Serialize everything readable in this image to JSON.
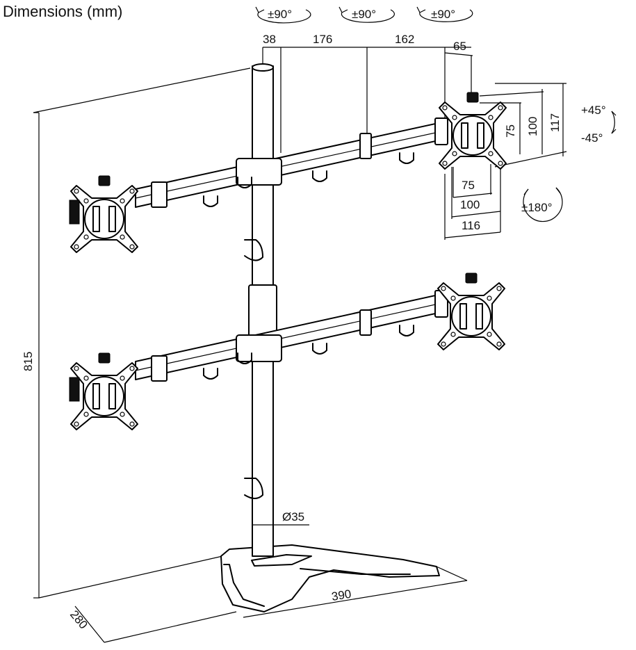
{
  "title": "Dimensions (mm)",
  "rotation": {
    "arm_1": "±90°",
    "arm_2": "±90°",
    "arm_3": "±90°",
    "rotate": "±180°",
    "tilt_up": "+45°",
    "tilt_down": "-45°"
  },
  "dims": {
    "seg_a": "38",
    "seg_b": "176",
    "seg_c": "162",
    "seg_d": "65",
    "vesa_h_75": "75",
    "vesa_h_100": "100",
    "plate_h": "117",
    "vesa_w_75": "75",
    "vesa_w_100": "100",
    "plate_w": "116",
    "height": "815",
    "pole_dia": "Ø35",
    "base_w": "390",
    "base_d": "280"
  }
}
